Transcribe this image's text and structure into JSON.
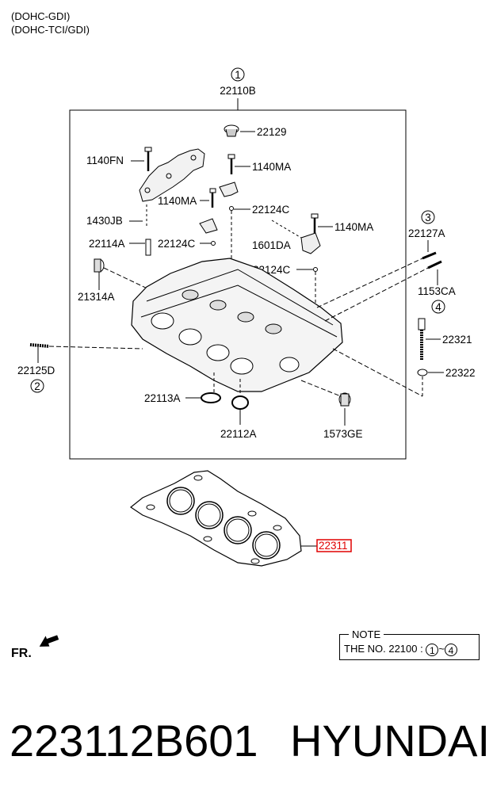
{
  "header": {
    "line1": "(DOHC-GDI)",
    "line2": "(DOHC-TCI/GDI)"
  },
  "labels": {
    "ref1": "1",
    "assembly": "22110B",
    "cap": "22129",
    "bolt_1140FN": "1140FN",
    "bolt_1140MA_a": "1140MA",
    "bolt_1140MA_b": "1140MA",
    "bolt_1140MA_c": "1140MA",
    "pin_22124C_a": "22124C",
    "pin_22124C_b": "22124C",
    "pin_22124C_c": "22124C",
    "p1430JB": "1430JB",
    "p22114A": "22114A",
    "p1601DA": "1601DA",
    "p21314A": "21314A",
    "ref3": "3",
    "p22127A": "22127A",
    "p1153CA": "1153CA",
    "ref4": "4",
    "p22321": "22321",
    "p22322": "22322",
    "p22125D": "22125D",
    "ref2": "2",
    "p22113A": "22113A",
    "p22112A": "22112A",
    "p1573GE": "1573GE",
    "gasket": "22311"
  },
  "note": {
    "title": "NOTE",
    "text": "THE NO. 22100  :",
    "from": "1",
    "sep": "~",
    "to": "4"
  },
  "fr_label": "FR.",
  "footer": {
    "part_number": "223112B601",
    "brand": "HYUNDAI"
  },
  "colors": {
    "highlight": "#e00000"
  }
}
